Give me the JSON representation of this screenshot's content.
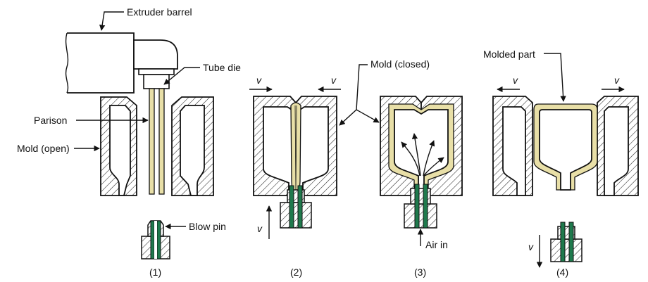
{
  "labels": {
    "extruder_barrel": "Extruder barrel",
    "tube_die": "Tube die",
    "parison": "Parison",
    "mold_open": "Mold (open)",
    "blow_pin": "Blow pin",
    "mold_closed": "Mold (closed)",
    "air_in": "Air in",
    "molded_part": "Molded part",
    "velocity": "v"
  },
  "steps": [
    "(1)",
    "(2)",
    "(3)",
    "(4)"
  ],
  "colors": {
    "parison": "#e8dfa7",
    "blow_pin_channel": "#1f7a4d",
    "line": "#111111"
  }
}
